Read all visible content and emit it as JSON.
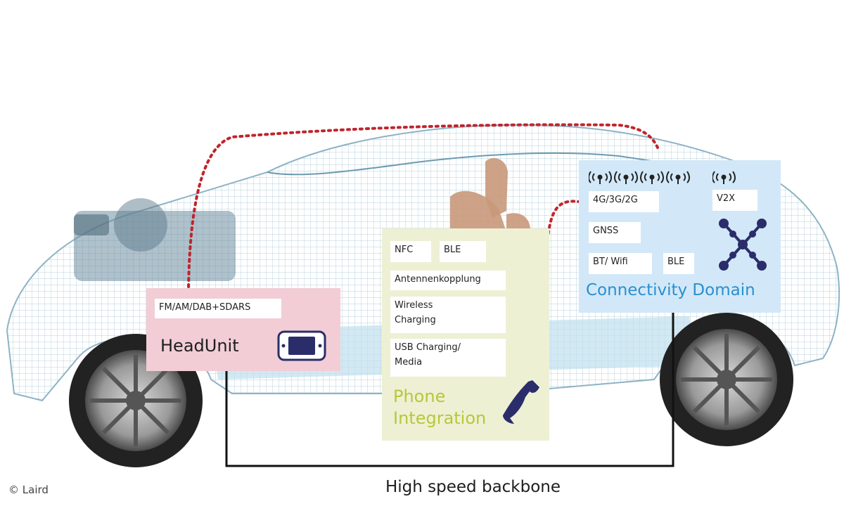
{
  "backbone_label": "High speed backbone",
  "credit": "© Laird",
  "headunit": {
    "title": "HeadUnit",
    "chips": [
      "FM/AM/DAB+SDARS"
    ],
    "color": "#f2cdd5",
    "icon": "display-device-icon"
  },
  "phone_integration": {
    "title_line1": "Phone",
    "title_line2": "Integration",
    "chips": {
      "nfc": "NFC",
      "ble": "BLE",
      "antenna": "Antennenkopplung",
      "wireless_1": "Wireless",
      "wireless_2": "Charging",
      "usb_1": "USB Charging/",
      "usb_2": "Media"
    },
    "color": "#eef0d4",
    "title_color": "#b5c83a",
    "icon": "phone-handset-icon"
  },
  "connectivity_domain": {
    "title": "Connectivity Domain",
    "chips": {
      "cellular": "4G/3G/2G",
      "v2x": "V2X",
      "gnss": "GNSS",
      "bt_wifi": "BT/ Wifi",
      "ble": "BLE"
    },
    "color": "#d2e8f8",
    "title_color": "#2a8fd0",
    "icons": [
      "antenna-signal-icon",
      "v2x-network-icon"
    ]
  },
  "connection_color": "#c0242b"
}
